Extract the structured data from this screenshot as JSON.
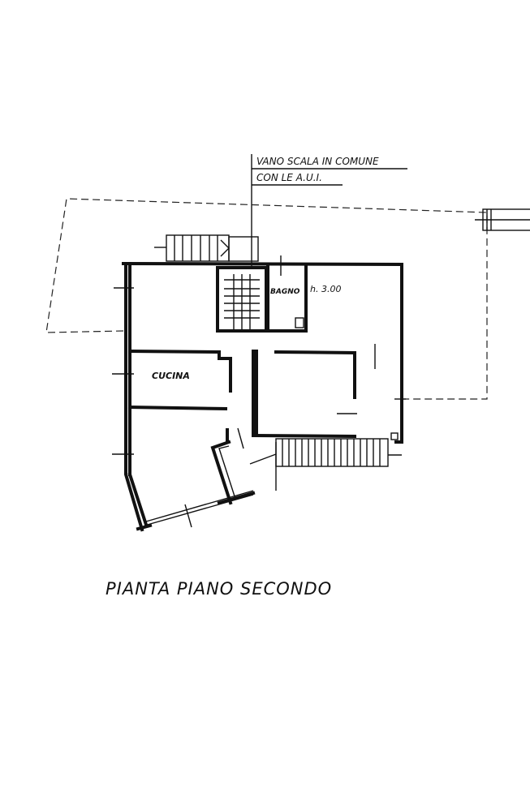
{
  "drawing": {
    "title": "PIANTA PIANO SECONDO",
    "annotation_line1": "VANO SCALA IN COMUNE",
    "annotation_line2": "CON LE A.U.I.",
    "rooms": {
      "bathroom": "BAGNO",
      "kitchen": "CUCINA"
    },
    "ceiling_height": "h. 3.00"
  }
}
